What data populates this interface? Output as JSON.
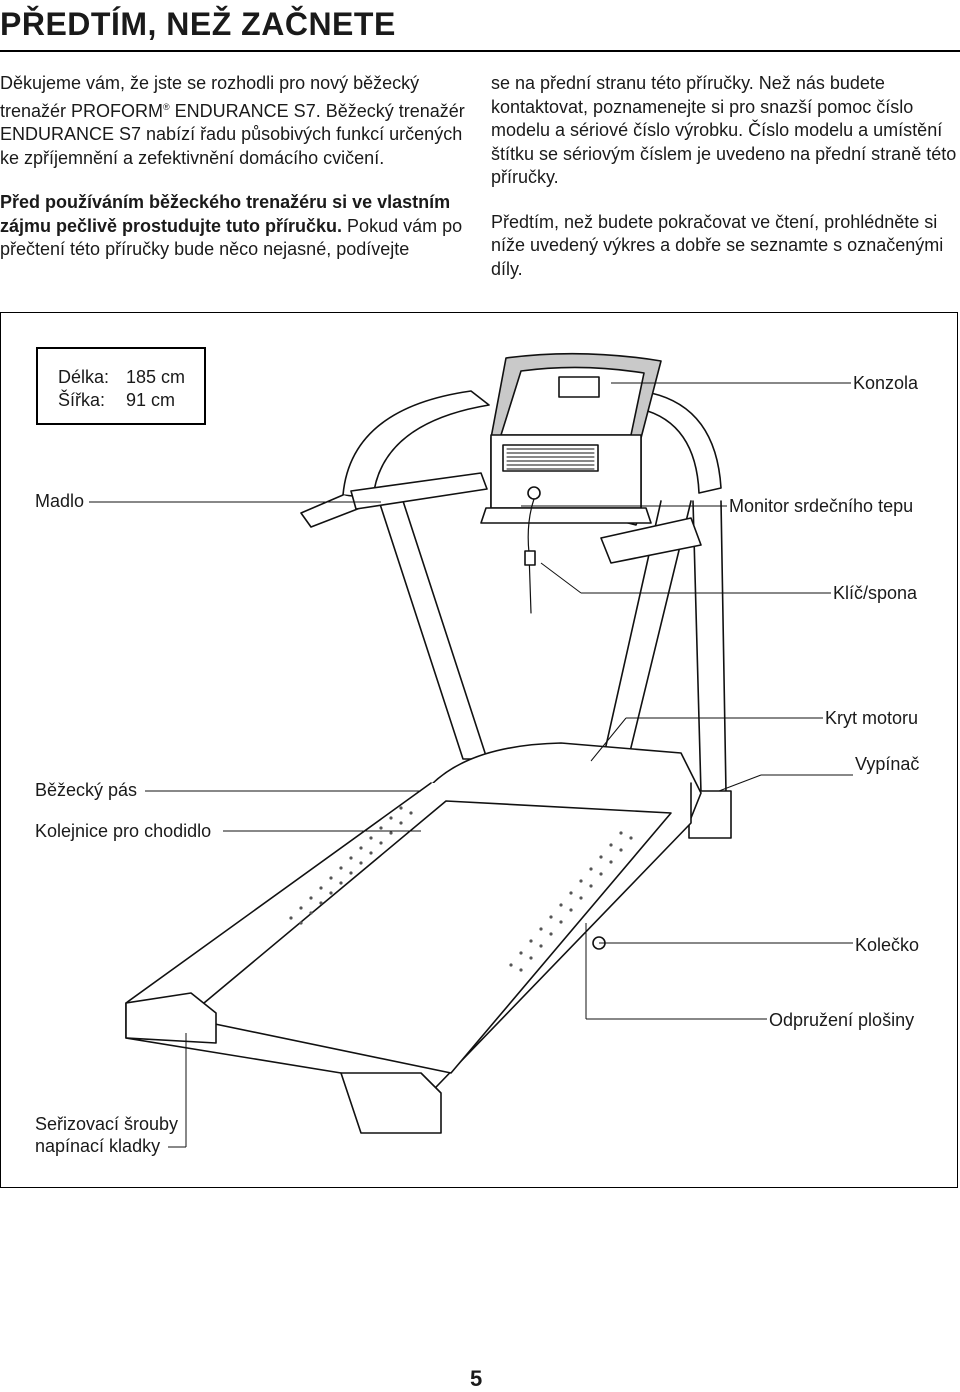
{
  "title": "PŘEDTÍM, NEŽ ZAČNETE",
  "intro": {
    "p1": "Děkujeme vám, že jste se rozhodli pro nový běžecký trenažér PROFORM",
    "p1_reg": "®",
    "p1_rest": " ENDURANCE S7. Běžecký trenažér ENDURANCE S7 nabízí řadu působivých funkcí určených ke zpříjemnění a zefektivnění domácího cvičení.",
    "p2_bold": "Před používáním běžeckého trenažéru si ve vlastním zájmu pečlivě prostudujte tuto příručku.",
    "p2_rest": " Pokud vám po přečtení této příručky bude něco nejasné, podívejte",
    "p3": "se na přední stranu této příručky. Než nás budete kontaktovat, poznamenejte si pro snazší pomoc číslo modelu a sériové číslo výrobku. Číslo modelu a umístění štítku se sériovým číslem je uvedeno na přední straně této příručky.",
    "p4": "Předtím, než budete pokračovat ve čtení, prohlédněte si níže uvedený výkres a dobře se seznamte s označenými díly."
  },
  "specs": {
    "length_label": "Délka:",
    "length_value": "185 cm",
    "width_label": "Šířka:",
    "width_value": "91 cm"
  },
  "labels": {
    "console": "Konzola",
    "handrail": "Madlo",
    "heart_monitor": "Monitor srdečního tepu",
    "key_clip": "Klíč/spona",
    "motor_hood": "Kryt motoru",
    "power_switch": "Vypínač",
    "walking_belt": "Běžecký pás",
    "foot_rail": "Kolejnice pro chodidlo",
    "wheel": "Kolečko",
    "deck_cushion": "Odpružení plošiny",
    "idler_bolts_line1": "Seřizovací šrouby",
    "idler_bolts_line2": "napínací kladky"
  },
  "page_number": "5"
}
